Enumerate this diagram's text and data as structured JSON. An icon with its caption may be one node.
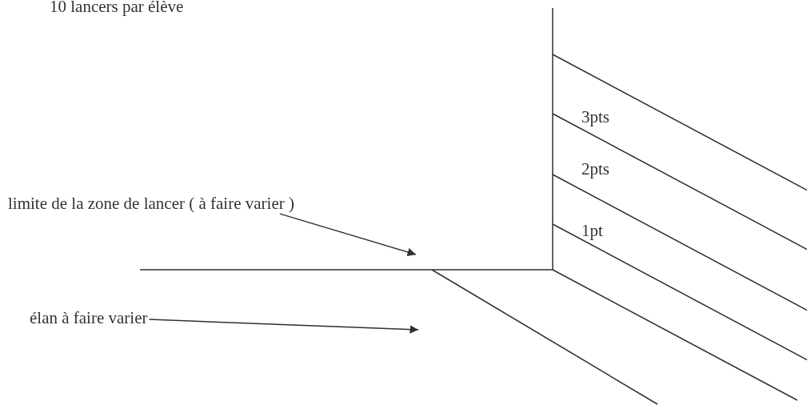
{
  "diagram": {
    "nodes": [
      {
        "text": [
          "limite de la zone de lancer ( à faire varier )"
        ]
      },
      {
        "text": [
          "élan à faire varier"
        ]
      }
    ],
    "edges": [
      {
        "from": 0,
        "to": null,
        "arrow": "to"
      },
      {
        "from": 1,
        "to": null,
        "arrow": "to"
      }
    ],
    "labels": [
      "10 lancers par élève",
      "3pts",
      "2pts",
      "1pt"
    ]
  }
}
